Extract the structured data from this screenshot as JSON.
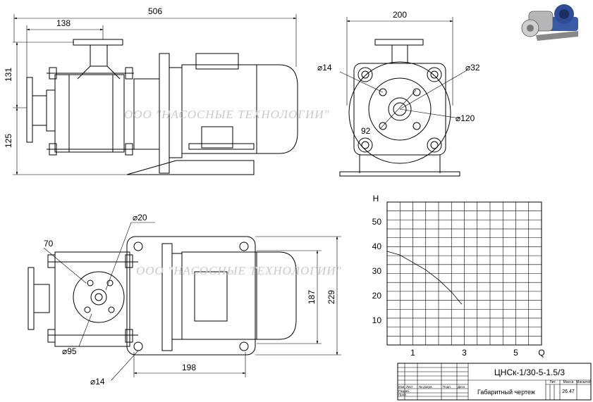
{
  "watermark": "ООО \"НАСОСНЫЕ ТЕХНОЛОГИИ\"",
  "front_view": {
    "dim_overall_length": "506",
    "dim_flange_offset": "138",
    "dim_height_upper": "131",
    "dim_height_lower": "125"
  },
  "side_view": {
    "dim_width": "200",
    "dim_hole_dia": "⌀14",
    "dim_bore_dia": "⌀32",
    "dim_flange_dia": "⌀120",
    "dim_bolt_circle": "92"
  },
  "top_view": {
    "dim_hole_dia": "⌀20",
    "dim_offset": "70",
    "dim_flange_dia": "⌀95",
    "dim_foot_hole": "⌀14",
    "dim_foot_spacing": "198",
    "dim_inner_width": "187",
    "dim_outer_width": "229"
  },
  "title_block": {
    "designation": "ЦНСк-1/30-5-1.5/3",
    "doc_title": "Габаритный чертеж",
    "mass": "26.47",
    "col_lit": "Лит.",
    "col_mass": "Масса",
    "col_scale": "Масштаб",
    "row_labels": [
      "Изм",
      "Лист",
      "№ докум.",
      "Подп.",
      "Дата"
    ],
    "side_labels": [
      "Разраб.",
      "Пров."
    ]
  },
  "chart_data": {
    "type": "line",
    "ylabel": "H",
    "xlabel": "Q",
    "x_ticks": [
      1,
      3,
      5
    ],
    "y_ticks": [
      10,
      20,
      30,
      40,
      50
    ],
    "xlim": [
      0,
      6
    ],
    "ylim": [
      0,
      58
    ],
    "grid": true,
    "series": [
      {
        "x": [
          0,
          0.5,
          1,
          1.5,
          2,
          2.5,
          2.9
        ],
        "y": [
          38,
          36.5,
          33.5,
          30.5,
          26.5,
          21.5,
          16.5
        ]
      }
    ]
  }
}
